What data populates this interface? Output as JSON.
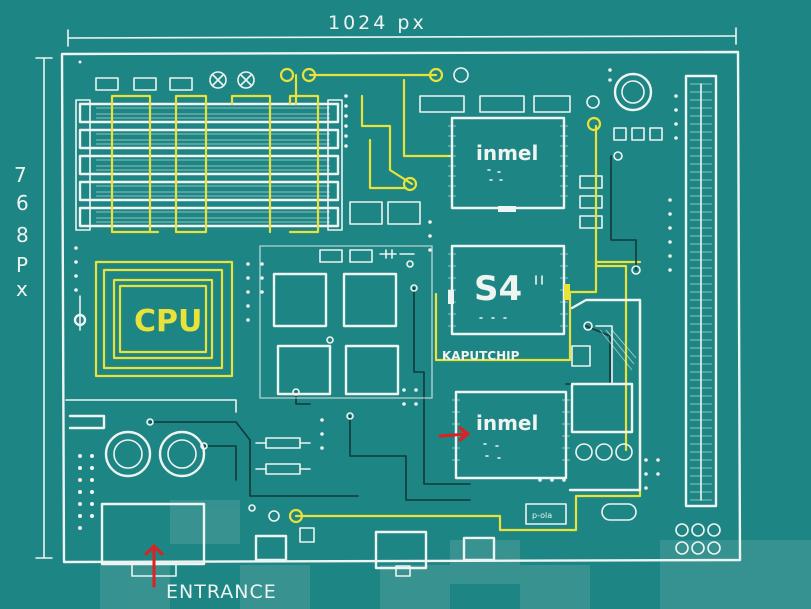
{
  "title": "",
  "dimensions": {
    "width_label": "1024 px",
    "height_label_chars": [
      "7",
      "6",
      "8",
      "P",
      "x"
    ]
  },
  "components": {
    "cpu_label": "CPU",
    "chip_top_label": "inmel",
    "chip_mid_label": "S4",
    "chip_bottom_label": "inmel",
    "kaputchip_label": "KAPUTCHIP",
    "small_chip_label": "p-ola"
  },
  "entrance": {
    "label": "ENTRANCE"
  },
  "colors": {
    "background": "#1d8583",
    "chalk": "#eef4f2",
    "trace_yellow": "#e8e23a",
    "trace_dark": "#113a3a",
    "arrow_red": "#e02020"
  }
}
